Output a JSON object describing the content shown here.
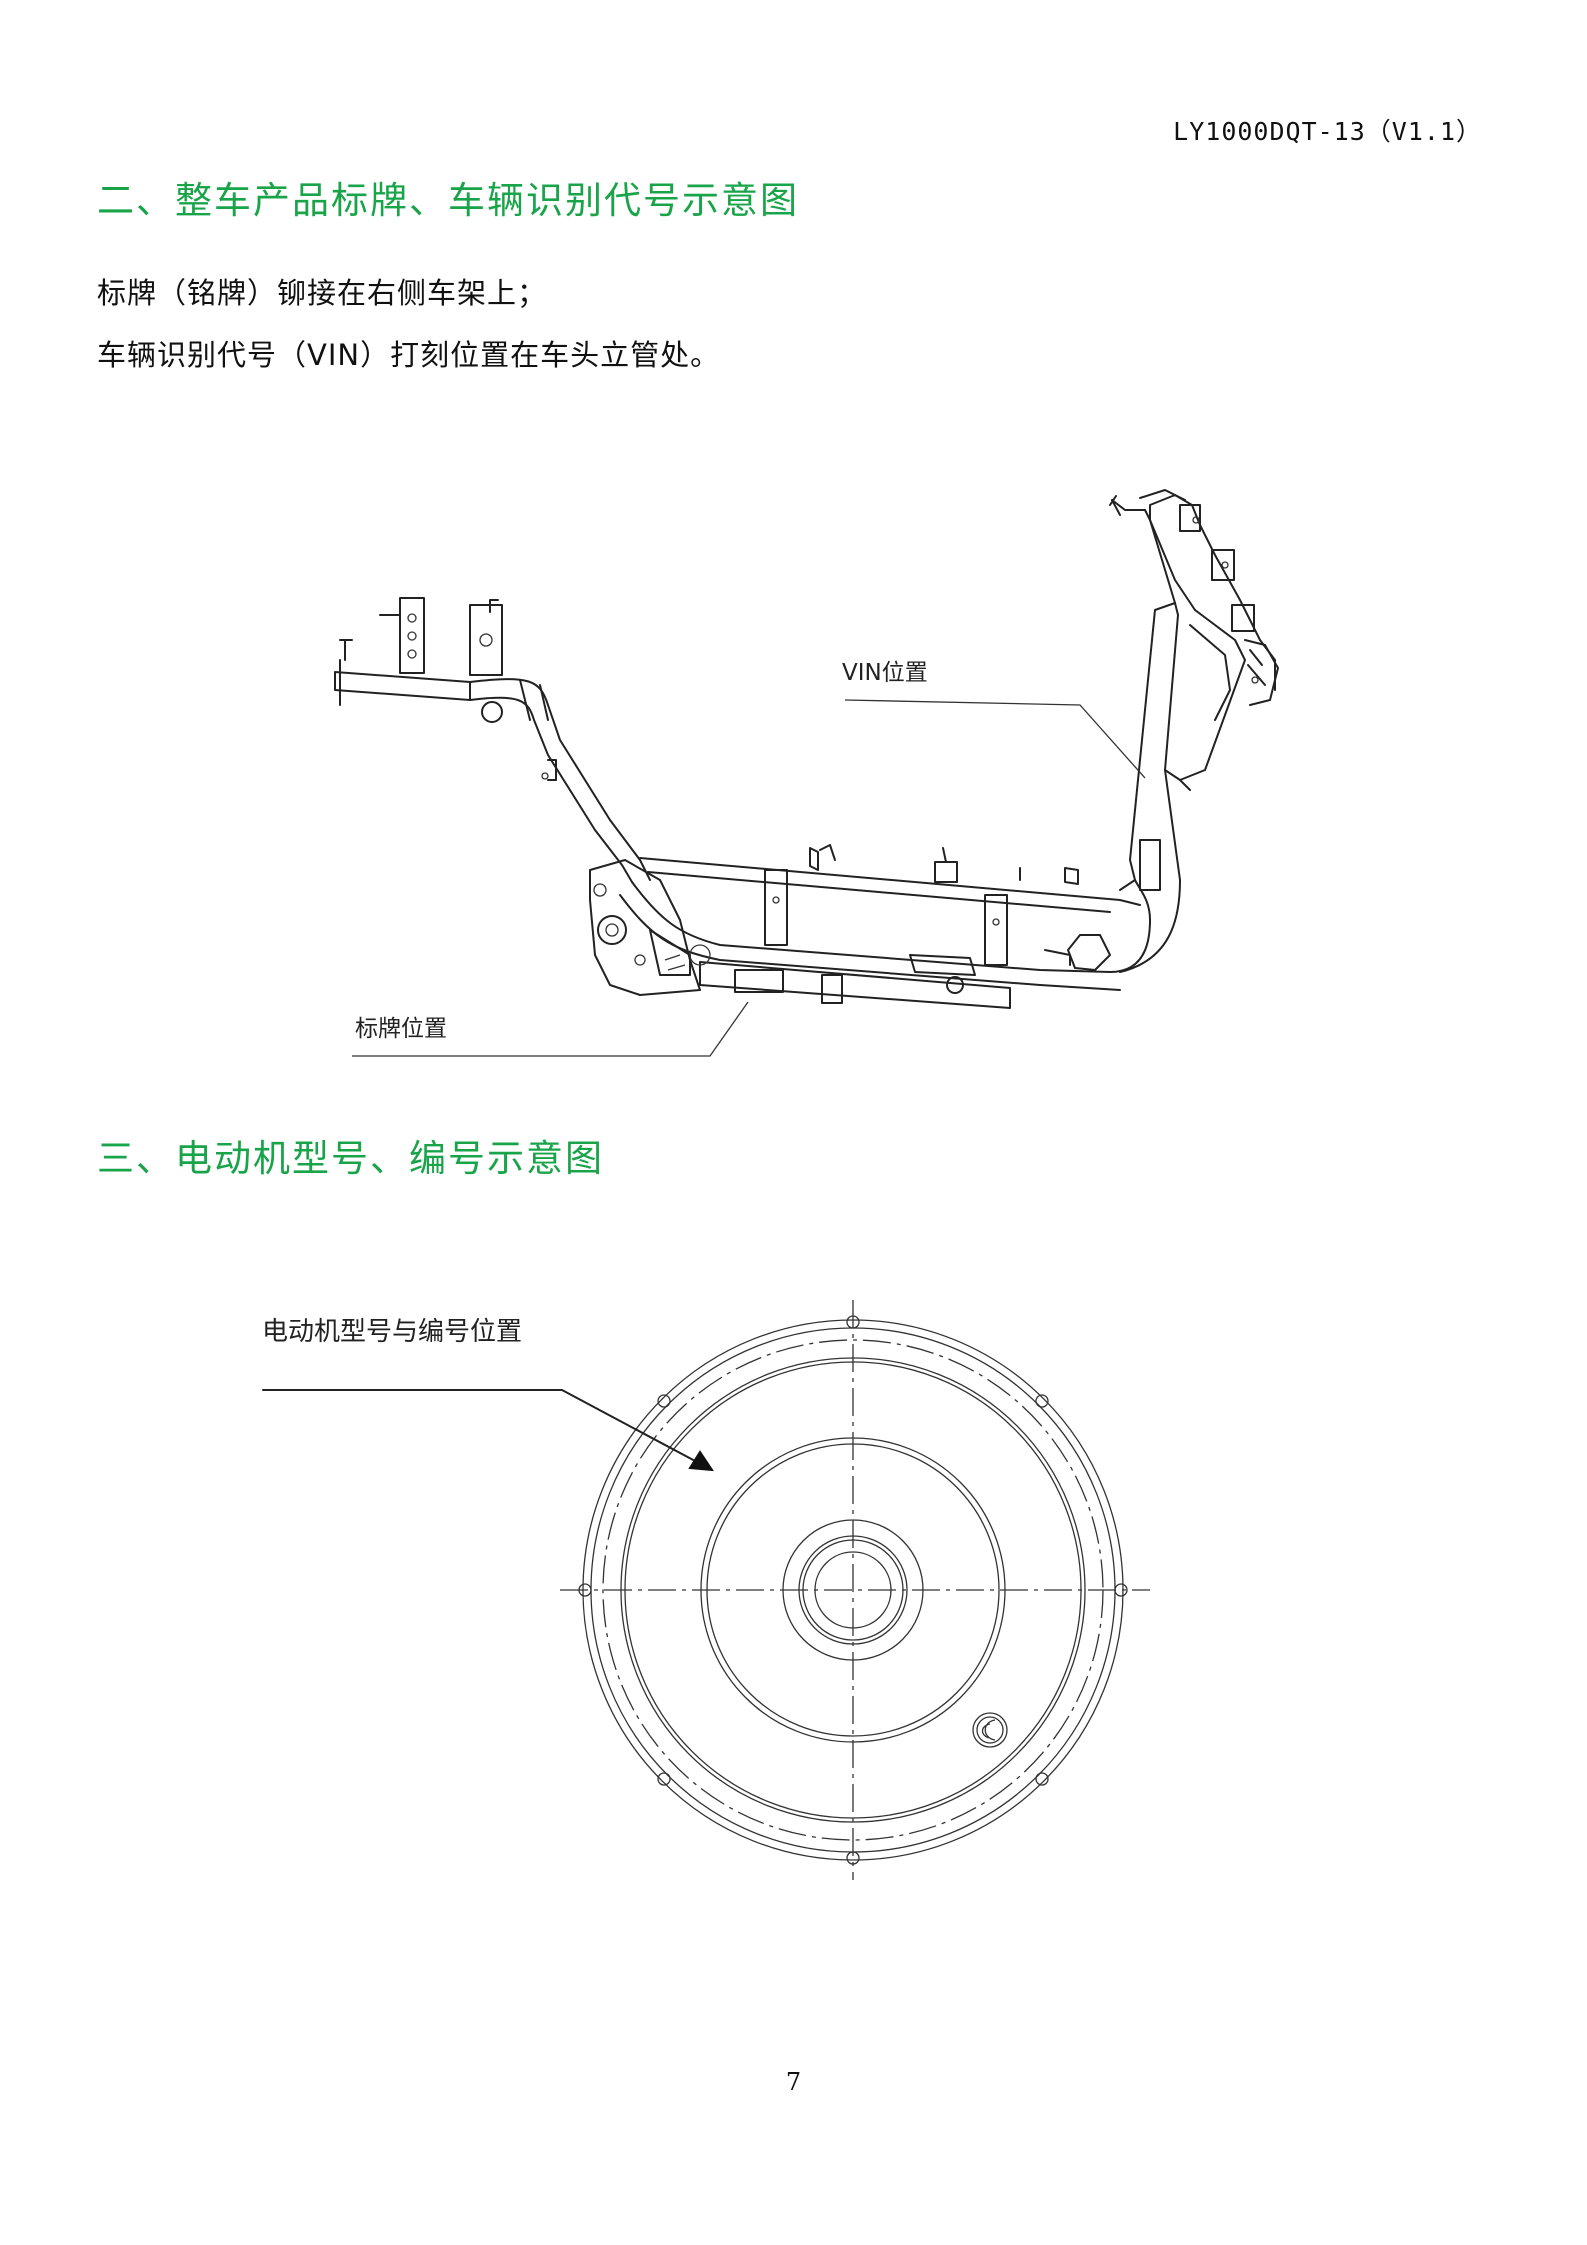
{
  "header": {
    "doc_code": "LY1000DQT-13（V1.1）"
  },
  "section2": {
    "title": "二、整车产品标牌、车辆识别代号示意图",
    "line1": "标牌（铭牌）铆接在右侧车架上；",
    "line2": "车辆识别代号（VIN）打刻位置在车头立管处。",
    "vin_label": "VIN位置",
    "plate_label": "标牌位置"
  },
  "section3": {
    "title": "三、电动机型号、编号示意图",
    "motor_label": "电动机型号与编号位置"
  },
  "footer": {
    "page_number": "7"
  }
}
